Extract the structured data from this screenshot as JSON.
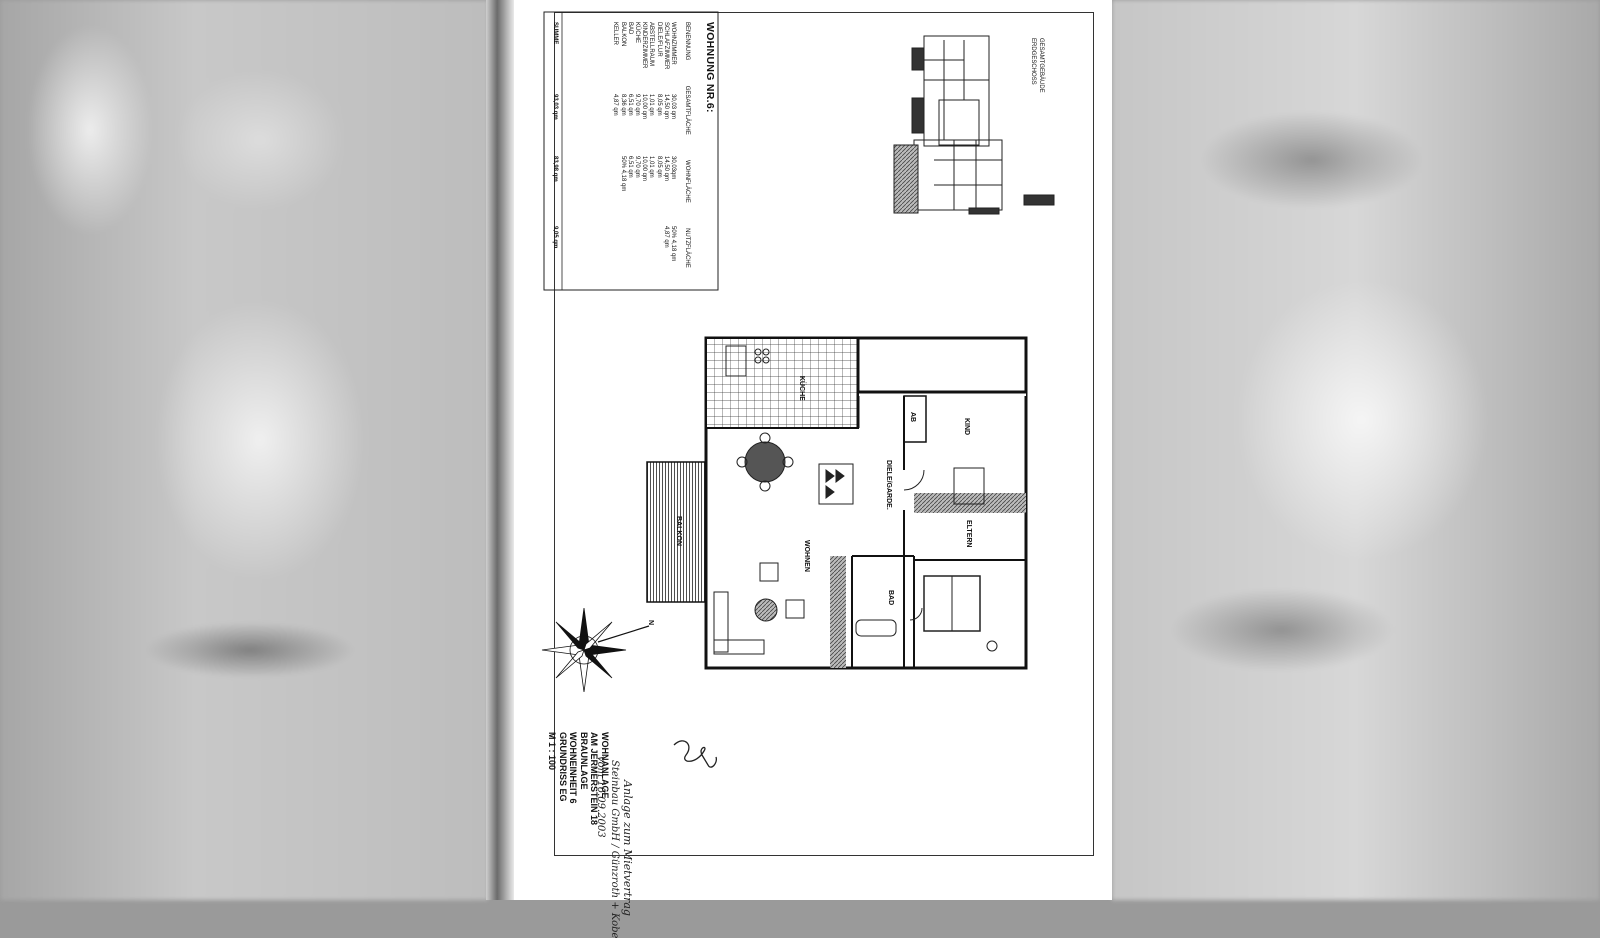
{
  "document": {
    "apartment_title": "WOHNUNG NR.6:",
    "table_headers": [
      "BENENNUNG",
      "GESAMTFLÄCHE",
      "WOHNFLÄCHE",
      "NUTZFLÄCHE"
    ],
    "rooms": [
      {
        "name": "WOHNZIMMER",
        "total": "30,03 qm",
        "living": "30,03qm",
        "usable": ""
      },
      {
        "name": "SCHLAFZIMMER",
        "total": "14,50 qm",
        "living": "14,50 qm",
        "usable": ""
      },
      {
        "name": "DIELE/FLUR",
        "total": "8,05 qm",
        "living": "8,05 qm",
        "usable": ""
      },
      {
        "name": "ABSTELLRAUM",
        "total": "1,01 qm",
        "living": "1,01 qm",
        "usable": ""
      },
      {
        "name": "KINDERZIMMER",
        "total": "10,00 qm",
        "living": "10,00 qm",
        "usable": ""
      },
      {
        "name": "KÜCHE",
        "total": "9,70 qm",
        "living": "9,70 qm",
        "usable": ""
      },
      {
        "name": "BAD",
        "total": "6,51 qm",
        "living": "6,51 qm",
        "usable": ""
      },
      {
        "name": "BALKON",
        "total": "8,36 qm",
        "living": "50%  4,18 qm",
        "usable": "50%  4,18 qm"
      },
      {
        "name": "KELLER",
        "total": "4,87 qm",
        "living": "",
        "usable": "4,87 qm"
      }
    ],
    "sum_label": "SUMME",
    "sum_total": "93,03 qm",
    "sum_living": "83,98 qm",
    "sum_usable": "9,05 qm",
    "site_plan_caption_1": "GESAMTGEBÄUDE",
    "site_plan_caption_2": "ERDGESCHOSS",
    "plan_labels": {
      "kitchen": "KÜCHE",
      "storage": "AB",
      "child": "KIND",
      "hall": "DIELE/GARDE.",
      "parents": "ELTERN",
      "living": "WOHNEN",
      "bath": "BAD",
      "balcony": "BALKON",
      "north": "N"
    },
    "handwritten": {
      "line1": "Anlage zum Mietvertrag",
      "line2": "Steinbau GmbH / Günzroth + Kobe",
      "line3": "vom 16.09.2003"
    },
    "project": {
      "line1": "WOHNANLAGE",
      "line2": "AM JERMERSTEIN 18",
      "line3": "BRAUNLAGE",
      "line4": "WOHNEINHEIT 6",
      "line5": "GRUNDRISS EG",
      "line6": "M 1 : 100"
    }
  }
}
